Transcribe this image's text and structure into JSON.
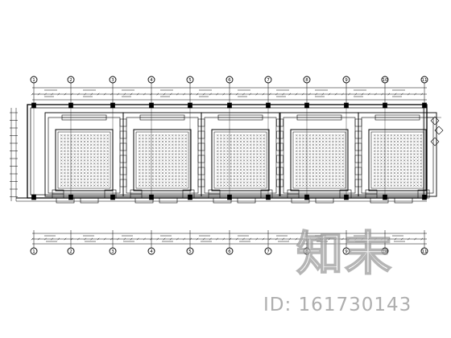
{
  "drawing": {
    "grid_axes": [
      "1",
      "2",
      "3",
      "4",
      "5",
      "6",
      "7",
      "8",
      "9",
      "10",
      "11"
    ],
    "room_count": 5
  },
  "watermark": {
    "logo_text": "知末",
    "id_text": "ID: 161730143"
  },
  "colors": {
    "line": "#000000",
    "background": "#ffffff",
    "watermark": "#a0a0a0"
  }
}
